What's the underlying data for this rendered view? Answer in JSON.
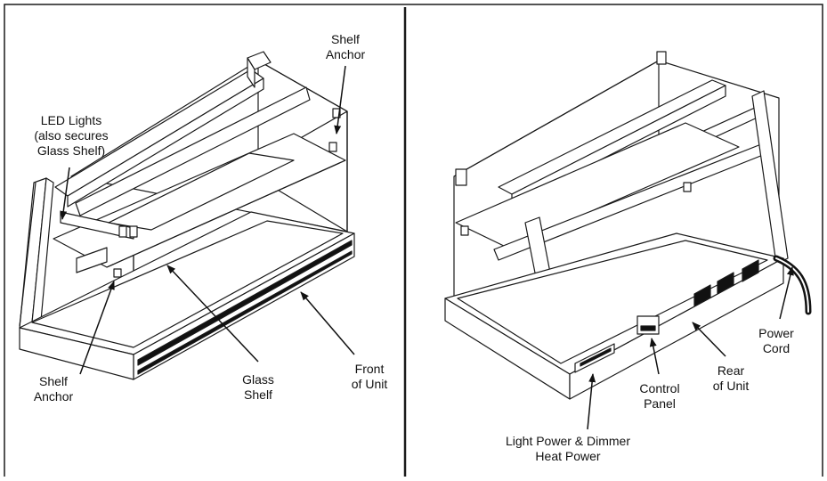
{
  "colors": {
    "line": "#1a1a1a",
    "divider": "#1a1a1a",
    "dark_fill": "#111111",
    "background": "#ffffff"
  },
  "left_panel": {
    "labels": {
      "shelf_anchor_top": "Shelf\nAnchor",
      "led_lights": "LED Lights\n(also secures\nGlass Shelf)",
      "shelf_anchor_bottom": "Shelf\nAnchor",
      "glass_shelf": "Glass\nShelf",
      "front_of_unit": "Front\nof Unit"
    }
  },
  "right_panel": {
    "labels": {
      "power_cord": "Power\nCord",
      "rear_of_unit": "Rear\nof Unit",
      "control_panel": "Control\nPanel",
      "light_power_dimmer": "Light Power & Dimmer\nHeat Power"
    }
  }
}
